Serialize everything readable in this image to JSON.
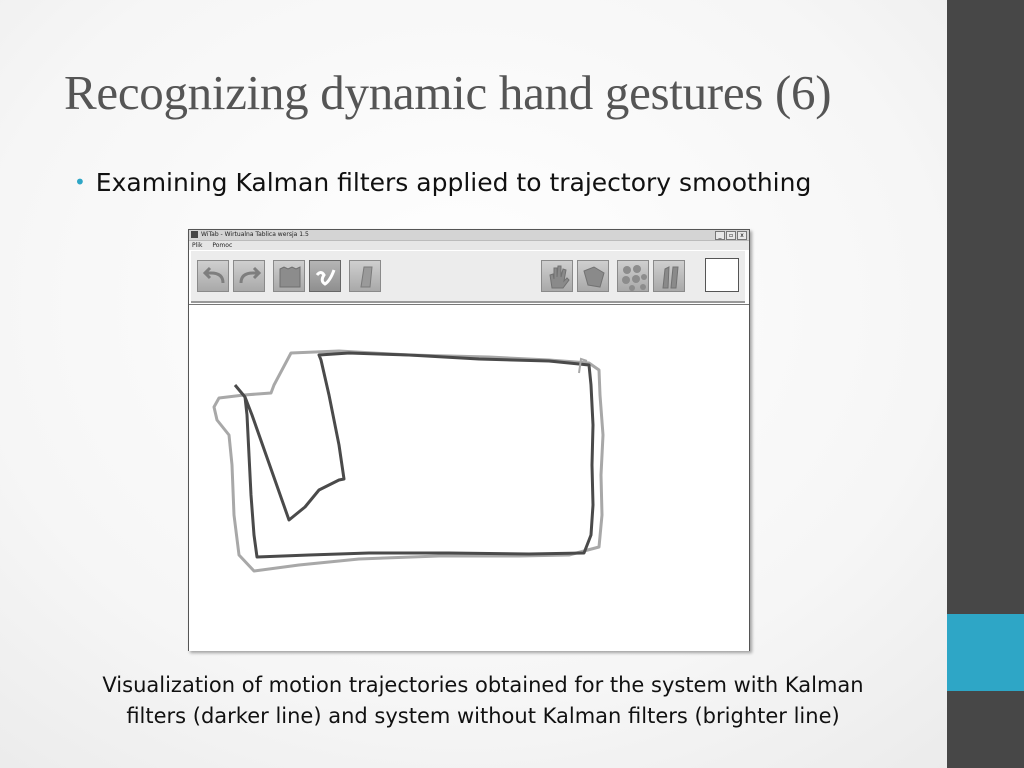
{
  "slide": {
    "title": "Recognizing dynamic hand gestures (6)",
    "bullet": "Examining Kalman filters applied to trajectory smoothing",
    "caption_line1": "Visualization of motion trajectories obtained for the system with Kalman",
    "caption_line2": "filters (darker line) and system without Kalman filters (brighter line)",
    "accent_color": "#2ea6c6",
    "sidebar_color": "#474747"
  },
  "app_window": {
    "title": "WiTab - Wirtualna Tablica wersja 1.5",
    "menu": [
      "Plik",
      "Pomoc"
    ],
    "controls": [
      "_",
      "▫",
      "x"
    ],
    "toolbar_icons": [
      "undo-icon",
      "redo-icon",
      "clear-icon",
      "draw-icon",
      "eraser-icon",
      "hand-icon",
      "fold-icon",
      "dots-icon",
      "gesture-icon"
    ],
    "line_colors": {
      "kalman": "#4a4a4a",
      "raw": "#a8a8a8"
    }
  }
}
